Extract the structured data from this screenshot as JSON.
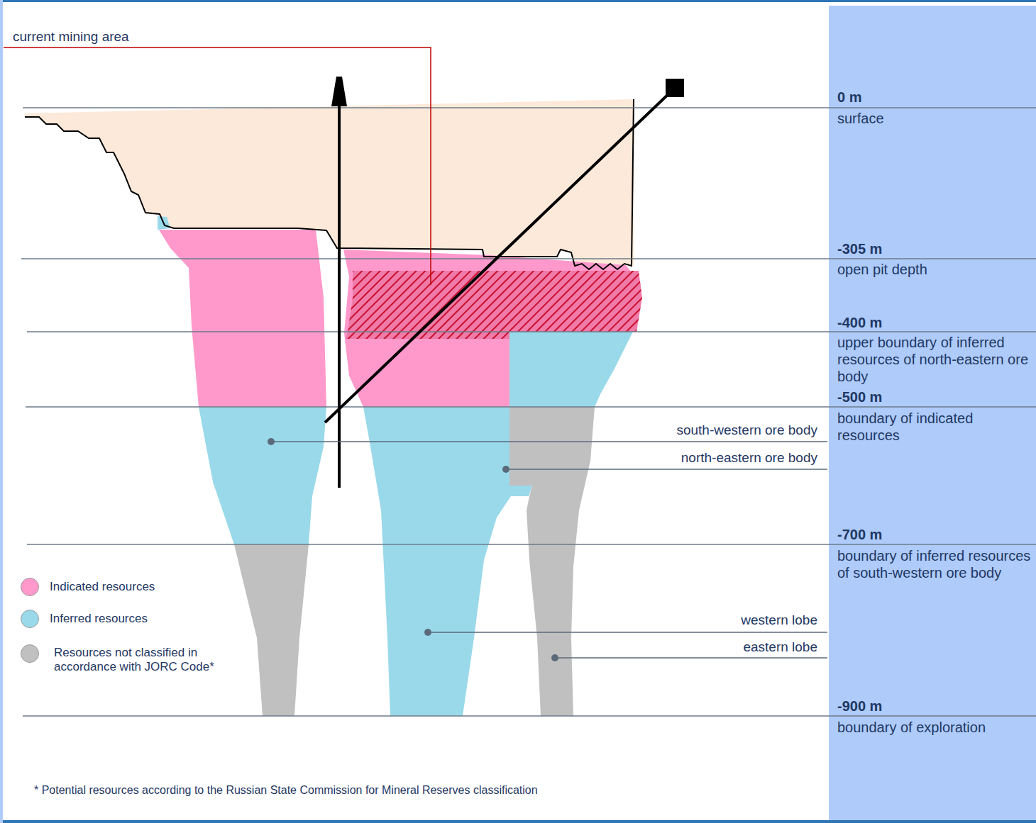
{
  "diagram": {
    "nodes": [
      {
        "text": [
          "0 m",
          "surface",
          "-305 m",
          "open pit depth",
          "-400 m",
          "upper boundary of inferred resources of north-eastern ore body",
          "-500 m",
          "boundary of indicated resources",
          "-700 m",
          "boundary of inferred resources of south-western ore body",
          "-900 m",
          "boundary of exploration"
        ]
      }
    ],
    "labels": [
      "current mining area",
      "south-western ore body",
      "north-eastern ore body",
      "western lobe",
      "eastern lobe",
      "* Potential resources according to the Russian State Commission for Mineral Reserves classification"
    ],
    "legend": [
      {
        "text": "Indicated resources",
        "color": "#ff99cc"
      },
      {
        "text": "Inferred resources",
        "color": "#99d9ea"
      },
      {
        "text": "Resources not classified in accordance with JORC Code*",
        "color": "#c0c0c0"
      }
    ]
  }
}
